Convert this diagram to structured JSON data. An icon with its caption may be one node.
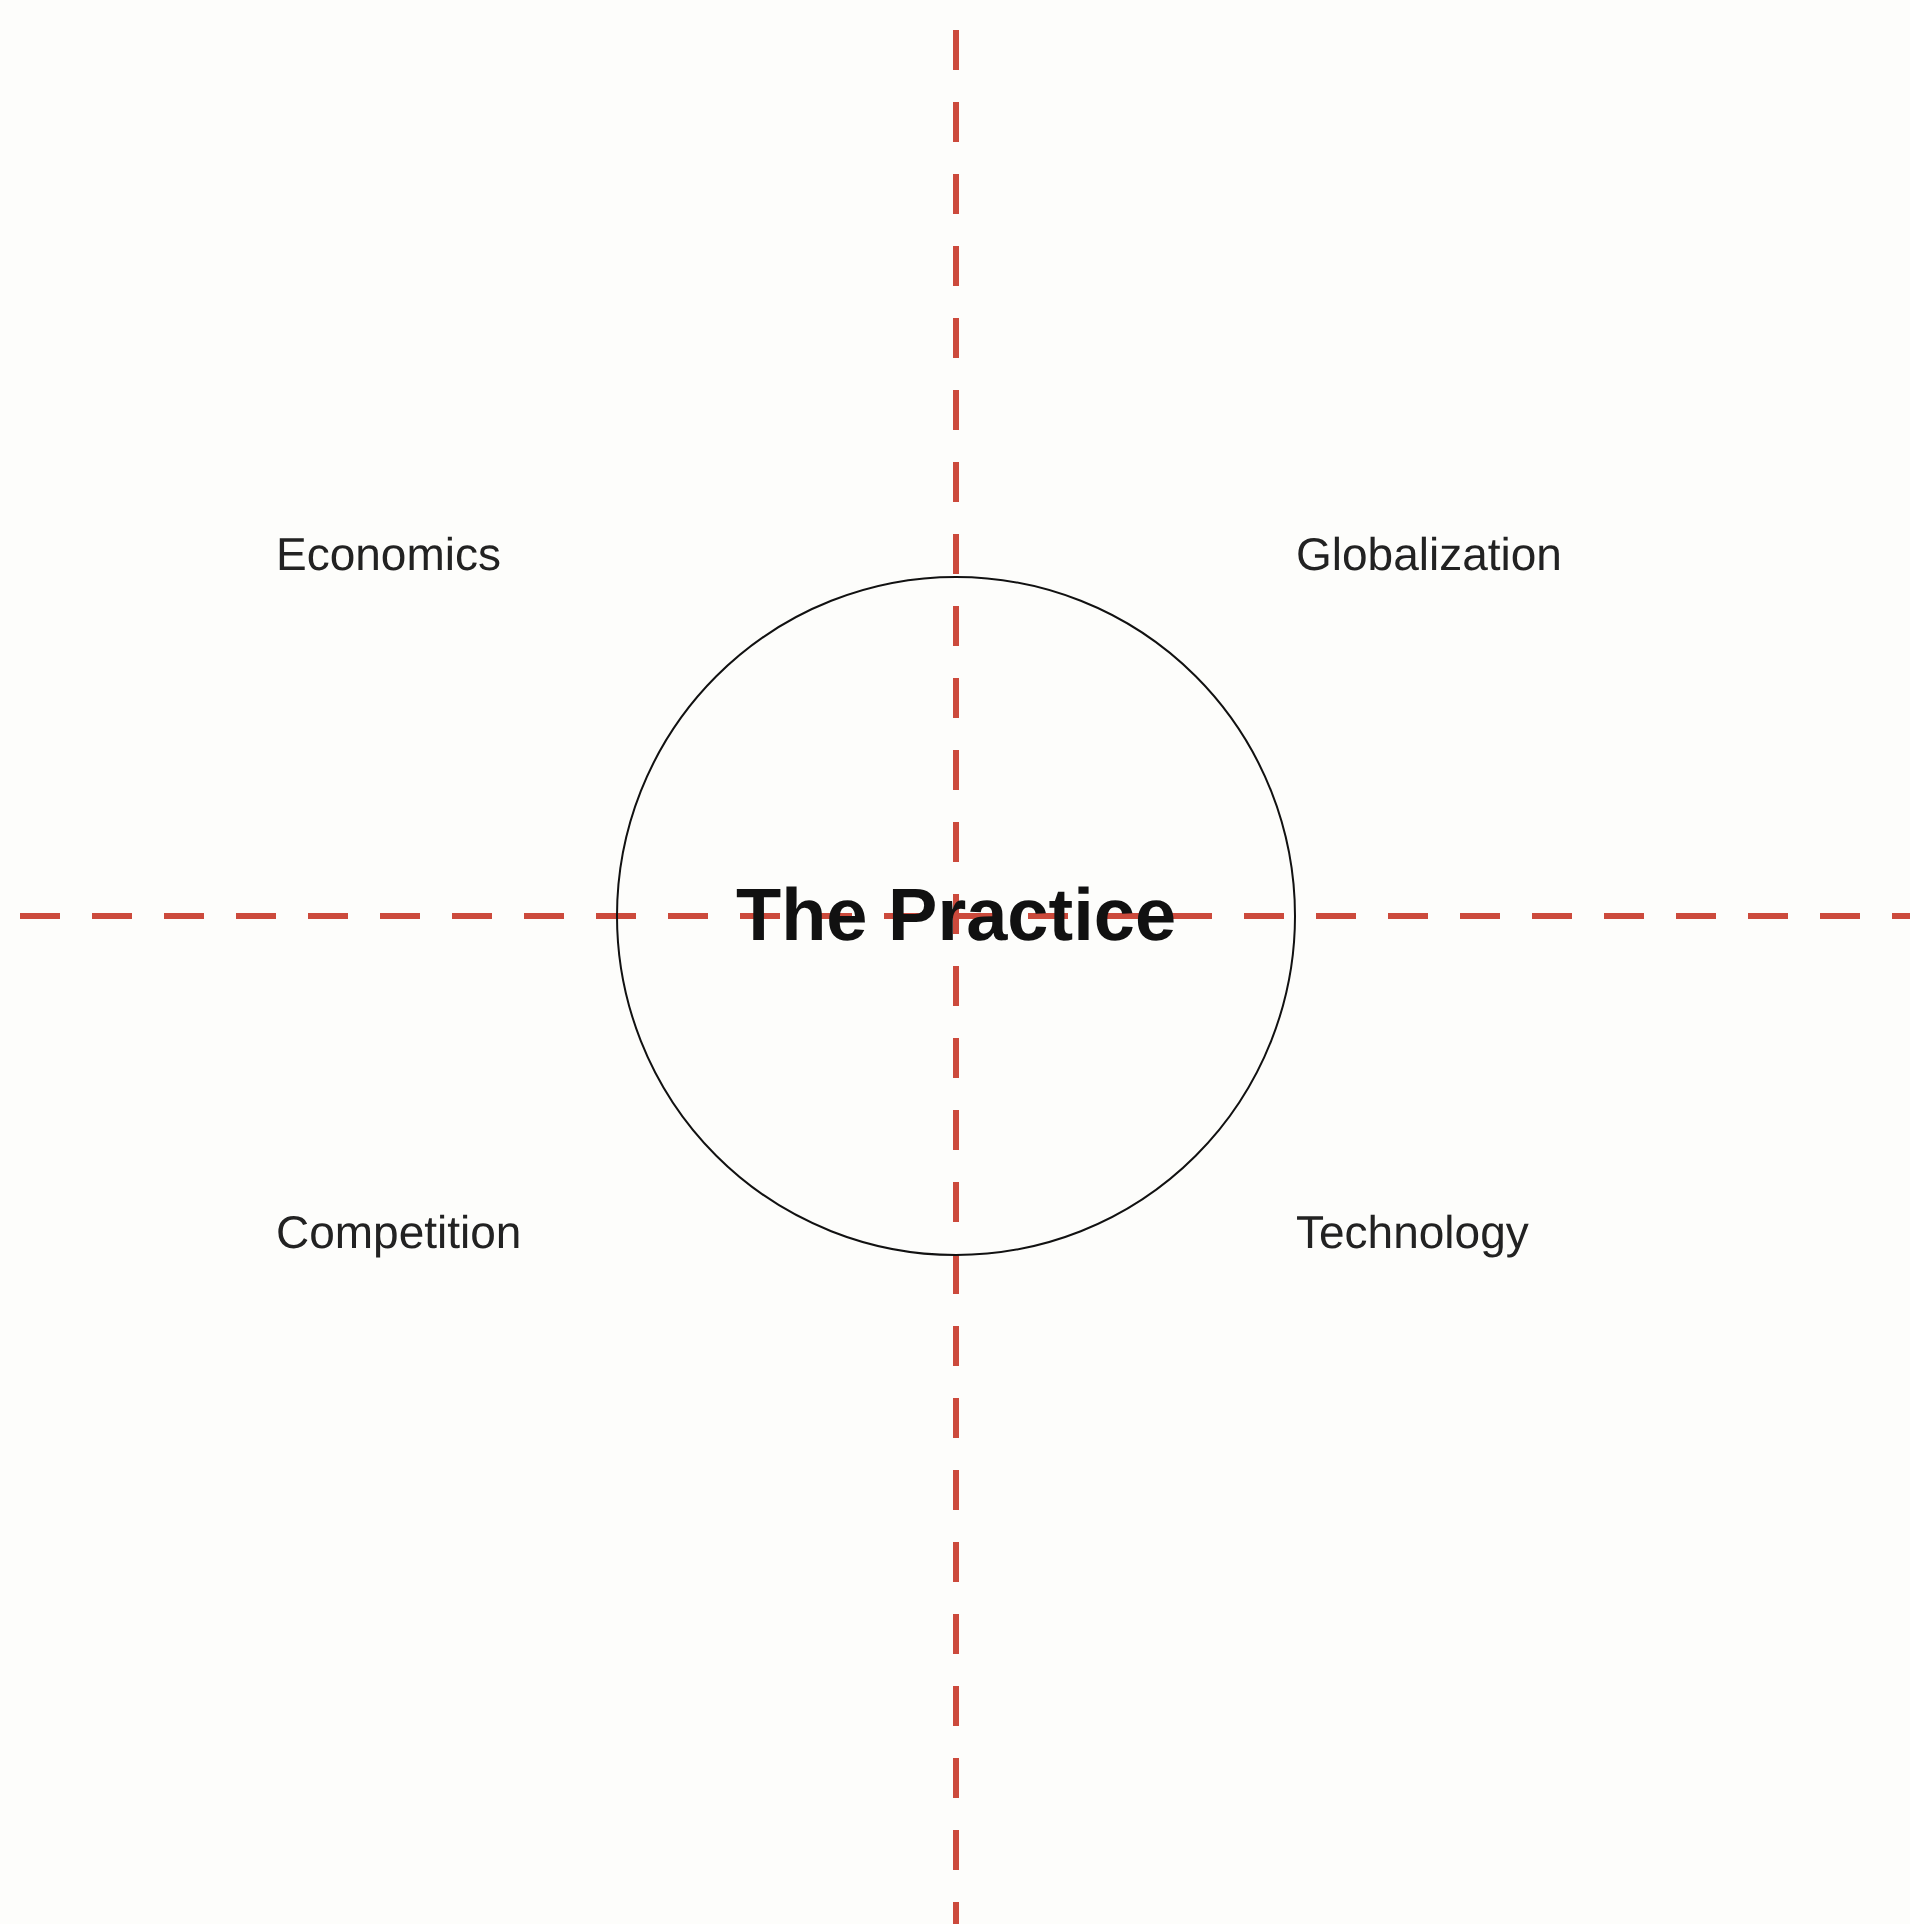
{
  "diagram": {
    "nodes": [
      {
        "text": [
          "The Practice"
        ]
      }
    ],
    "labels": [
      "Economics",
      "Globalization",
      "Competition",
      "Technology"
    ]
  }
}
